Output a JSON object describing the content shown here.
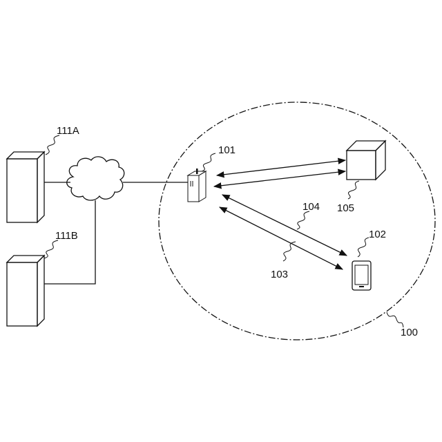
{
  "labels": {
    "server_a": "111A",
    "server_b": "111B",
    "router": "101",
    "phone": "102",
    "link_103": "103",
    "link_104": "104",
    "cube": "105",
    "area": "100"
  }
}
